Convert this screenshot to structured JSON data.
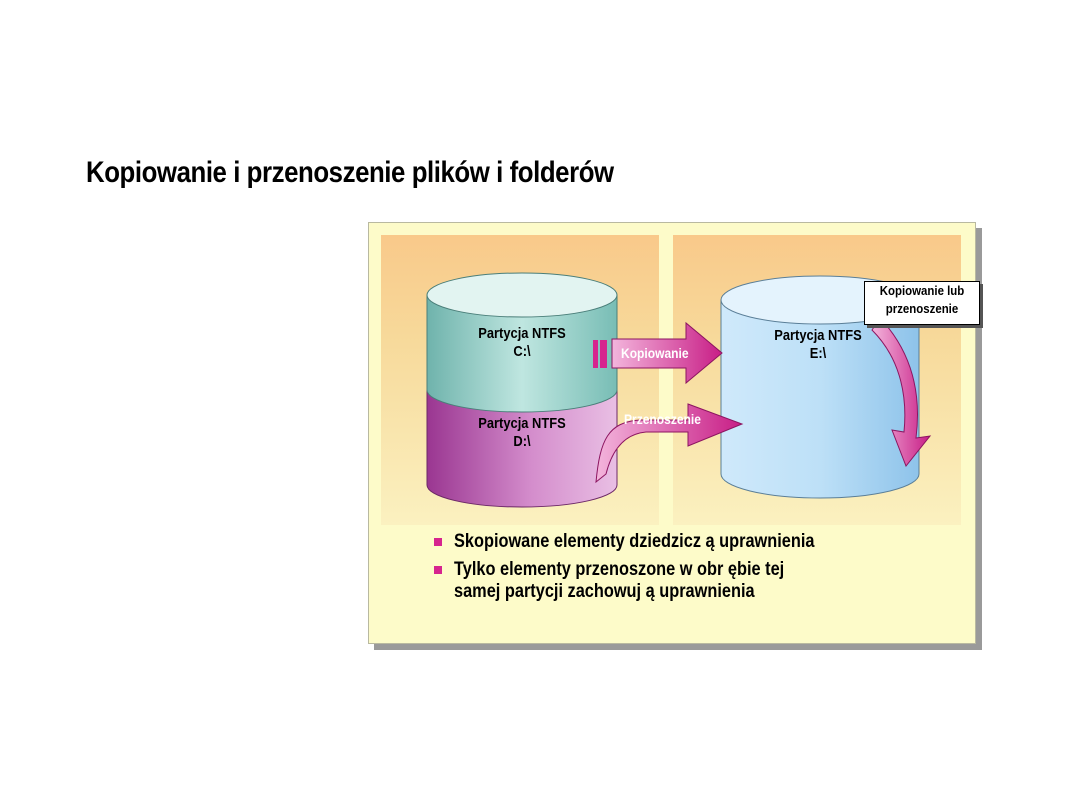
{
  "title": "Kopiowanie i przenoszenie plików i folderów",
  "partitions": {
    "c": {
      "line1": "Partycja NTFS",
      "line2": "C:\\"
    },
    "d": {
      "line1": "Partycja NTFS",
      "line2": "D:\\"
    },
    "e": {
      "line1": "Partycja NTFS",
      "line2": "E:\\"
    }
  },
  "arrows": {
    "copy": "Kopiowanie",
    "move": "Przenoszenie"
  },
  "callout": {
    "line1": "Kopiowanie lub",
    "line2": "przenoszenie"
  },
  "bullets": [
    {
      "line1": "Skopiowane elementy dziedzicz ą uprawnienia"
    },
    {
      "line1": "Tylko elementy przenoszone w obr ębie tej",
      "line2": "samej partycji zachowuj ą uprawnienia"
    }
  ],
  "colors": {
    "copy_cylinder": "#8fcfc8",
    "move_cylinder": "#b14ea6",
    "target_cylinder": "#a9d4f2",
    "arrow": "#d6248e",
    "bullet": "#d6248e"
  }
}
